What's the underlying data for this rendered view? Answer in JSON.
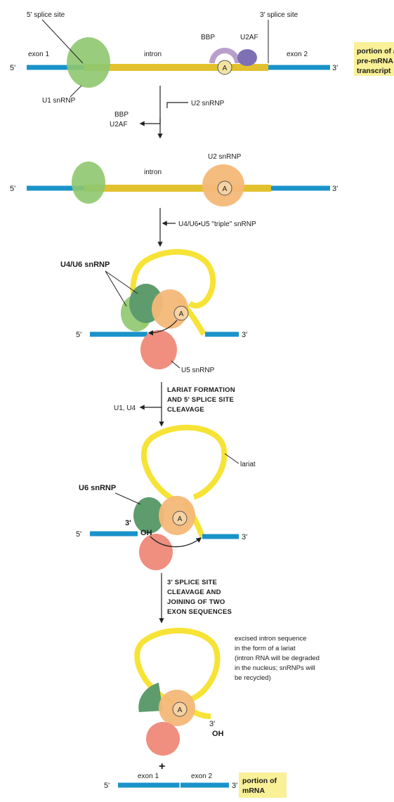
{
  "colors": {
    "exon": "#1a93c9",
    "intron": "#e2c12e",
    "lariat": "#f6e335",
    "u1": "#8ec86f",
    "u2": "#f4b878",
    "u5": "#f08f7f",
    "u6": "#5e9c6e",
    "bbp": "#b8a0cc",
    "u2af": "#7d70b4",
    "box": "#f9f097"
  },
  "labels": {
    "five_prime": "5'",
    "three_prime": "3'",
    "splice5": "5' splice site",
    "splice3": "3' splice site",
    "exon1": "exon 1",
    "exon2": "exon 2",
    "intron": "intron",
    "bbp": "BBP",
    "u2af": "U2AF",
    "a": "A",
    "u1": "U1 snRNP",
    "u2": "U2 snRNP",
    "u4u6": "U4/U6 snRNP",
    "u5": "U5 snRNP",
    "u6": "U6 snRNP",
    "lariat": "lariat",
    "oh": "OH",
    "plus": "+"
  },
  "boxes": {
    "premrna": [
      "portion of a",
      "pre-mRNA",
      "transcript"
    ],
    "mrna": [
      "portion of",
      "mRNA"
    ]
  },
  "steps": {
    "s1_in": "U2 snRNP",
    "s1_out": [
      "BBP",
      "U2AF"
    ],
    "s2_in": "U4/U6•U5 \"triple\" snRNP",
    "s3": [
      "LARIAT FORMATION",
      "AND 5' SPLICE SITE",
      "CLEAVAGE"
    ],
    "s3_out": "U1, U4",
    "s4": [
      "3' SPLICE SITE",
      "CLEAVAGE AND",
      "JOINING OF TWO",
      "EXON SEQUENCES"
    ]
  },
  "note": [
    "excised intron sequence",
    "in the form of a lariat",
    "(intron RNA will be degraded",
    "in the nucleus; snRNPs will",
    "be recycled)"
  ]
}
